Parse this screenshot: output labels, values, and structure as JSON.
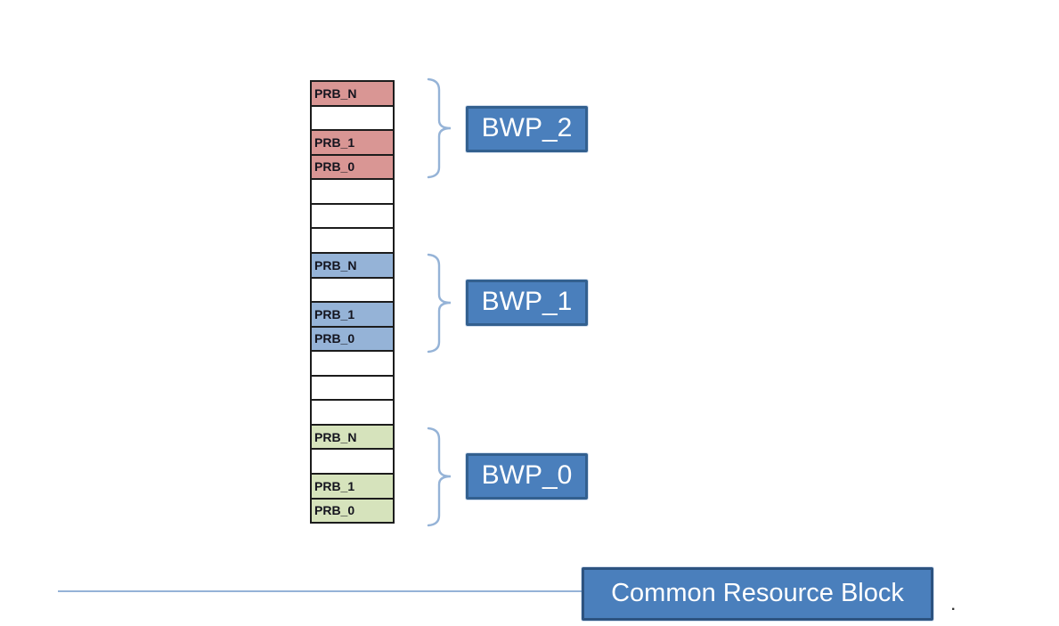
{
  "colors": {
    "red_fill": "#d99694",
    "blue_fill": "#95b3d7",
    "green_fill": "#d6e3bc",
    "white_fill": "#ffffff",
    "cell_border": "#1c1c1c",
    "box_fill": "#4a7fbc",
    "box_border": "#33608f",
    "box_text": "#ffffff",
    "brace_color": "#95b3d7",
    "line_color": "#95b3d7"
  },
  "prb_column": {
    "cells": [
      {
        "label": "PRB_N",
        "fill": "#d99694"
      },
      {
        "label": "",
        "fill": "#ffffff"
      },
      {
        "label": "PRB_1",
        "fill": "#d99694"
      },
      {
        "label": "PRB_0",
        "fill": "#d99694"
      },
      {
        "label": "",
        "fill": "#ffffff"
      },
      {
        "label": "",
        "fill": "#ffffff"
      },
      {
        "label": "",
        "fill": "#ffffff"
      },
      {
        "label": "PRB_N",
        "fill": "#95b3d7"
      },
      {
        "label": "",
        "fill": "#ffffff"
      },
      {
        "label": "PRB_1",
        "fill": "#95b3d7"
      },
      {
        "label": "PRB_0",
        "fill": "#95b3d7"
      },
      {
        "label": "",
        "fill": "#ffffff"
      },
      {
        "label": "",
        "fill": "#ffffff"
      },
      {
        "label": "",
        "fill": "#ffffff"
      },
      {
        "label": "PRB_N",
        "fill": "#d6e3bc"
      },
      {
        "label": "",
        "fill": "#ffffff"
      },
      {
        "label": "PRB_1",
        "fill": "#d6e3bc"
      },
      {
        "label": "PRB_0",
        "fill": "#d6e3bc"
      }
    ]
  },
  "bwp_labels": [
    {
      "label": "BWP_2"
    },
    {
      "label": "BWP_1"
    },
    {
      "label": "BWP_0"
    }
  ],
  "crb": {
    "label": "Common Resource Block"
  },
  "footnote": "."
}
